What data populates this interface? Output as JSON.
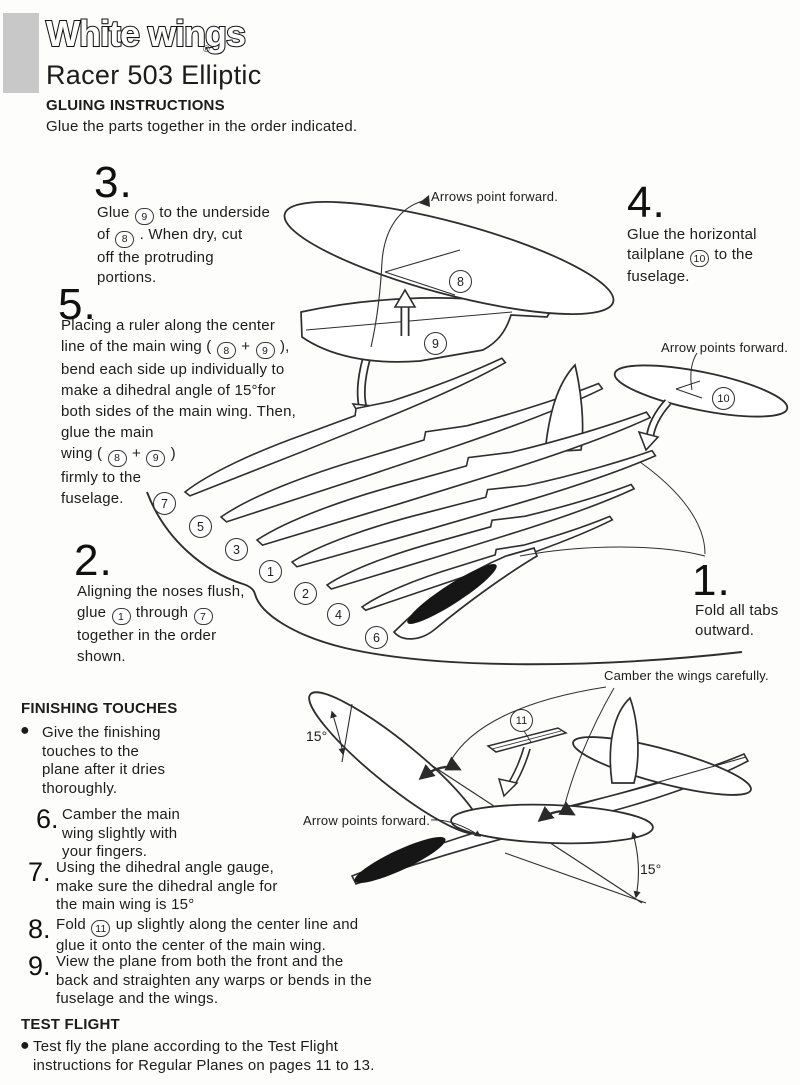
{
  "colors": {
    "paper": "#fdfdfc",
    "ink": "#1c1c1c",
    "line": "#2e2e2e",
    "gray_block": "#c8c8c8",
    "nose_fill": "#161616"
  },
  "header": {
    "logo": "White wings",
    "registered": "®",
    "title": "Racer 503 Elliptic",
    "section_heading": "GLUING INSTRUCTIONS",
    "section_sub": "Glue the parts together in the order indicated."
  },
  "steps": {
    "s3": {
      "num": "3.",
      "lines": [
        "Glue [9] to the underside",
        "of [8] .  When dry, cut",
        "off the protruding",
        "portions."
      ]
    },
    "s4": {
      "num": "4.",
      "lines": [
        "Glue the horizontal",
        "tailplane [10] to the",
        "fuselage."
      ]
    },
    "s5": {
      "num": "5.",
      "lines": [
        "Placing a ruler along the center",
        "line of the main wing ( [8] + [9] ),",
        "bend each side up individually to",
        "make a dihedral angle of 15°for",
        "both sides of the main wing. Then,",
        "glue the main",
        "wing ( [8] + [9] )",
        "firmly to the",
        "fuselage."
      ]
    },
    "s2": {
      "num": "2.",
      "lines": [
        "Aligning the noses flush,",
        "glue [1] through [7]",
        "together in the order",
        "shown."
      ]
    },
    "s1": {
      "num": "1.",
      "lines": [
        "Fold all tabs",
        "outward."
      ]
    }
  },
  "diagram_labels": {
    "arrows_point_forward": "Arrows point forward.",
    "arrow_points_forward_tail": "Arrow points forward.",
    "camber": "Camber the wings carefully.",
    "arrow_points_forward_bottom": "Arrow points forward.",
    "dihedral_left": "15°",
    "dihedral_right": "15°"
  },
  "parts": {
    "p1": "1",
    "p2": "2",
    "p3": "3",
    "p4": "4",
    "p5": "5",
    "p6": "6",
    "p7": "7",
    "p8": "8",
    "p9": "9",
    "p10": "10",
    "p11": "11"
  },
  "finishing": {
    "heading": "FINISHING TOUCHES",
    "bullet": "●",
    "intro_lines": [
      "Give the finishing",
      "touches to the",
      "plane after it dries",
      "thoroughly."
    ],
    "steps": [
      {
        "num": "6.",
        "lines": [
          "Camber the main",
          "wing slightly with",
          "your fingers."
        ]
      },
      {
        "num": "7.",
        "lines": [
          "Using the dihedral angle gauge,",
          "make sure the dihedral angle for",
          "the main wing is 15°"
        ]
      },
      {
        "num": "8.",
        "lines": [
          "Fold [11] up slightly along the center line and",
          "glue it onto the center of the main wing."
        ]
      },
      {
        "num": "9.",
        "lines": [
          "View the plane from both the front and the",
          "back and straighten any warps or bends in the",
          "fuselage and the wings."
        ]
      }
    ]
  },
  "test_flight": {
    "heading": "TEST FLIGHT",
    "bullet": "●",
    "lines": [
      "Test fly the plane according to the Test Flight",
      "instructions for Regular Planes on pages 11 to 13."
    ]
  }
}
